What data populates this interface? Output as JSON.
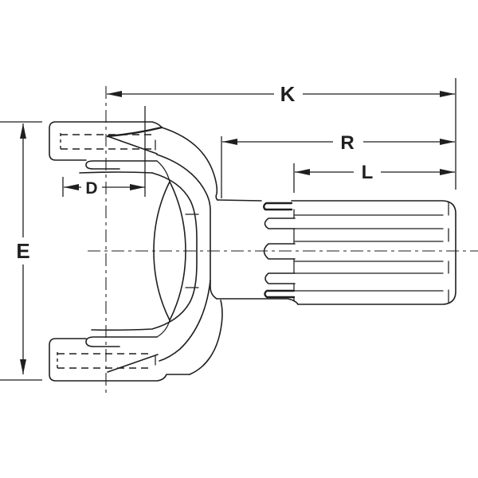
{
  "diagram": {
    "kind": "engineering-line-drawing",
    "subject": "driveline yoke shaft side view with splined stub",
    "background_color": "#ffffff",
    "ink_color": "#1f1f1f",
    "dimension_labels": [
      {
        "id": "K",
        "text": "K",
        "orientation": "horizontal"
      },
      {
        "id": "R",
        "text": "R",
        "orientation": "horizontal"
      },
      {
        "id": "L",
        "text": "L",
        "orientation": "horizontal"
      },
      {
        "id": "D",
        "text": "D",
        "orientation": "horizontal"
      },
      {
        "id": "E",
        "text": "E",
        "orientation": "vertical"
      }
    ]
  }
}
